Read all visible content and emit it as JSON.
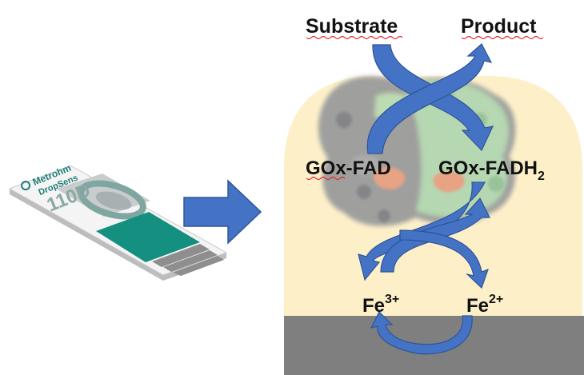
{
  "sensor": {
    "brand": "Metrohm",
    "line": "DropSens",
    "model": "110D"
  },
  "labels": {
    "substrate": "Substrate",
    "product": "Product",
    "gox_fad": "GOx-FAD",
    "gox_fadh_base": "GOx-FADH",
    "gox_fadh_sub": "2",
    "fe3_base": "Fe",
    "fe3_sup": "3+",
    "fe2_base": "Fe",
    "fe2_sup": "2+"
  },
  "colors": {
    "arrow": "#4472c4",
    "arrow_dark": "#2f5597",
    "electrolyte": "#fdf0c9",
    "electrode": "#7f7f7f",
    "sensor_teal": "#148f80",
    "protein_gray": "#8f9197",
    "protein_green": "#a9d3ad",
    "fad_orange": "#e7a383",
    "spell_underline": "#e0242b"
  }
}
